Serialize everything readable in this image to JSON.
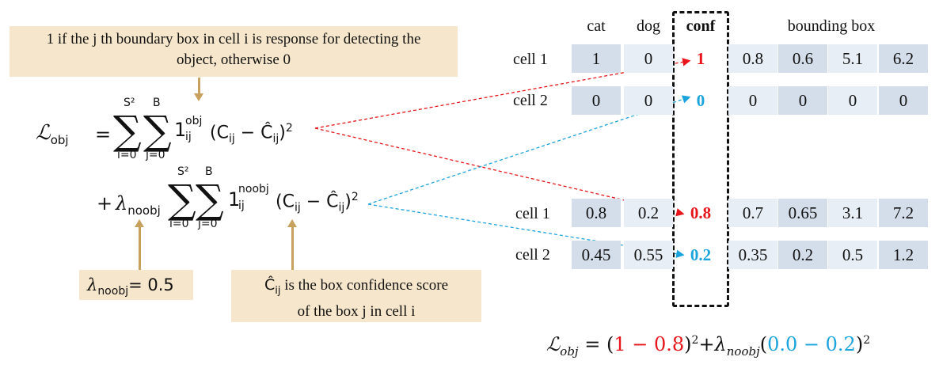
{
  "notes": {
    "top": "1 if the j th boundary box in cell i is response for detecting the object, otherwise 0",
    "lambda_noobj_prefix": "λ",
    "lambda_noobj_sub": "noobj",
    "lambda_noobj_value": "= 0.5",
    "chat_box_line1_sym": "Ĉ",
    "chat_box_line1_sub": "ij",
    "chat_box_line1_text": " is the box confidence score",
    "chat_box_line2": "of the box j in cell i"
  },
  "formula": {
    "lhs": "ℒ",
    "lhs_sub": "obj",
    "eq": "=",
    "sum_upper_1": "S²",
    "sum_upper_2": "B",
    "sum_lower_1": "i=0",
    "sum_lower_2": "j=0",
    "indicator": "1",
    "indicator_sup_obj": "obj",
    "indicator_sub": "ij",
    "term": "(C",
    "term_sub": "ij",
    "term_minus": " − Ĉ",
    "term_sub2": "ij",
    "term_close": ")",
    "square": "2",
    "plus": "+",
    "lambda": "λ",
    "lambda_sub": "noobj",
    "indicator_sup_noobj": "noobj"
  },
  "table": {
    "headers": {
      "cat": "cat",
      "dog": "dog",
      "conf": "conf",
      "bbox": "bounding box"
    },
    "top_rows": [
      {
        "label": "cell 1",
        "values": [
          "1",
          "0",
          "1",
          "0.8",
          "0.6",
          "5.1",
          "6.2"
        ]
      },
      {
        "label": "cell 2",
        "values": [
          "0",
          "0",
          "0",
          "0",
          "0",
          "0",
          "0"
        ]
      }
    ],
    "bottom_rows": [
      {
        "label": "cell 1",
        "values": [
          "0.8",
          "0.2",
          "0.8",
          "0.7",
          "0.65",
          "3.1",
          "7.2"
        ]
      },
      {
        "label": "cell 2",
        "values": [
          "0.45",
          "0.55",
          "0.2",
          "0.35",
          "0.2",
          "0.5",
          "1.2"
        ]
      }
    ]
  },
  "result": {
    "lhs": "ℒ",
    "lhs_sub": "obj",
    "eq": " = (",
    "red_part": "1 − 0.8",
    "mid": ")",
    "sq1": "2",
    "plus": "+λ",
    "lambda_sub": "noobj",
    "open2": "(",
    "blue_part": "0.0 − 0.2",
    "close2": ")",
    "sq2": "2"
  },
  "colors": {
    "red": "#e8141a",
    "blue": "#1aa3dd",
    "note_bg": "#f6e7cc",
    "arrow": "#c9a15e",
    "cell_dark": "#d4deea",
    "cell_light": "#e8eef5"
  }
}
